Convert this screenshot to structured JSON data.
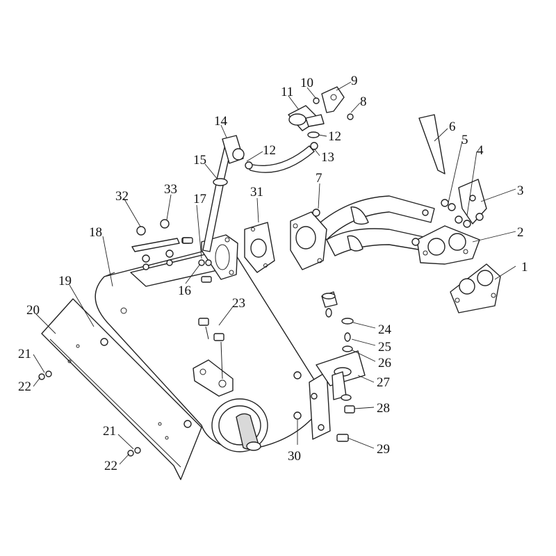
{
  "callouts": {
    "n1": "1",
    "n2": "2",
    "n3": "3",
    "n4": "4",
    "n5": "5",
    "n6": "6",
    "n7": "7",
    "n8": "8",
    "n9": "9",
    "n10": "10",
    "n11": "11",
    "n12a": "12",
    "n12b": "12",
    "n13": "13",
    "n14": "14",
    "n15": "15",
    "n16": "16",
    "n17": "17",
    "n18": "18",
    "n19": "19",
    "n20": "20",
    "n21a": "21",
    "n21b": "21",
    "n22a": "22",
    "n22b": "22",
    "n23": "23",
    "n24": "24",
    "n25": "25",
    "n26": "26",
    "n27": "27",
    "n28": "28",
    "n29": "29",
    "n30": "30",
    "n31": "31",
    "n32": "32",
    "n33": "33"
  }
}
